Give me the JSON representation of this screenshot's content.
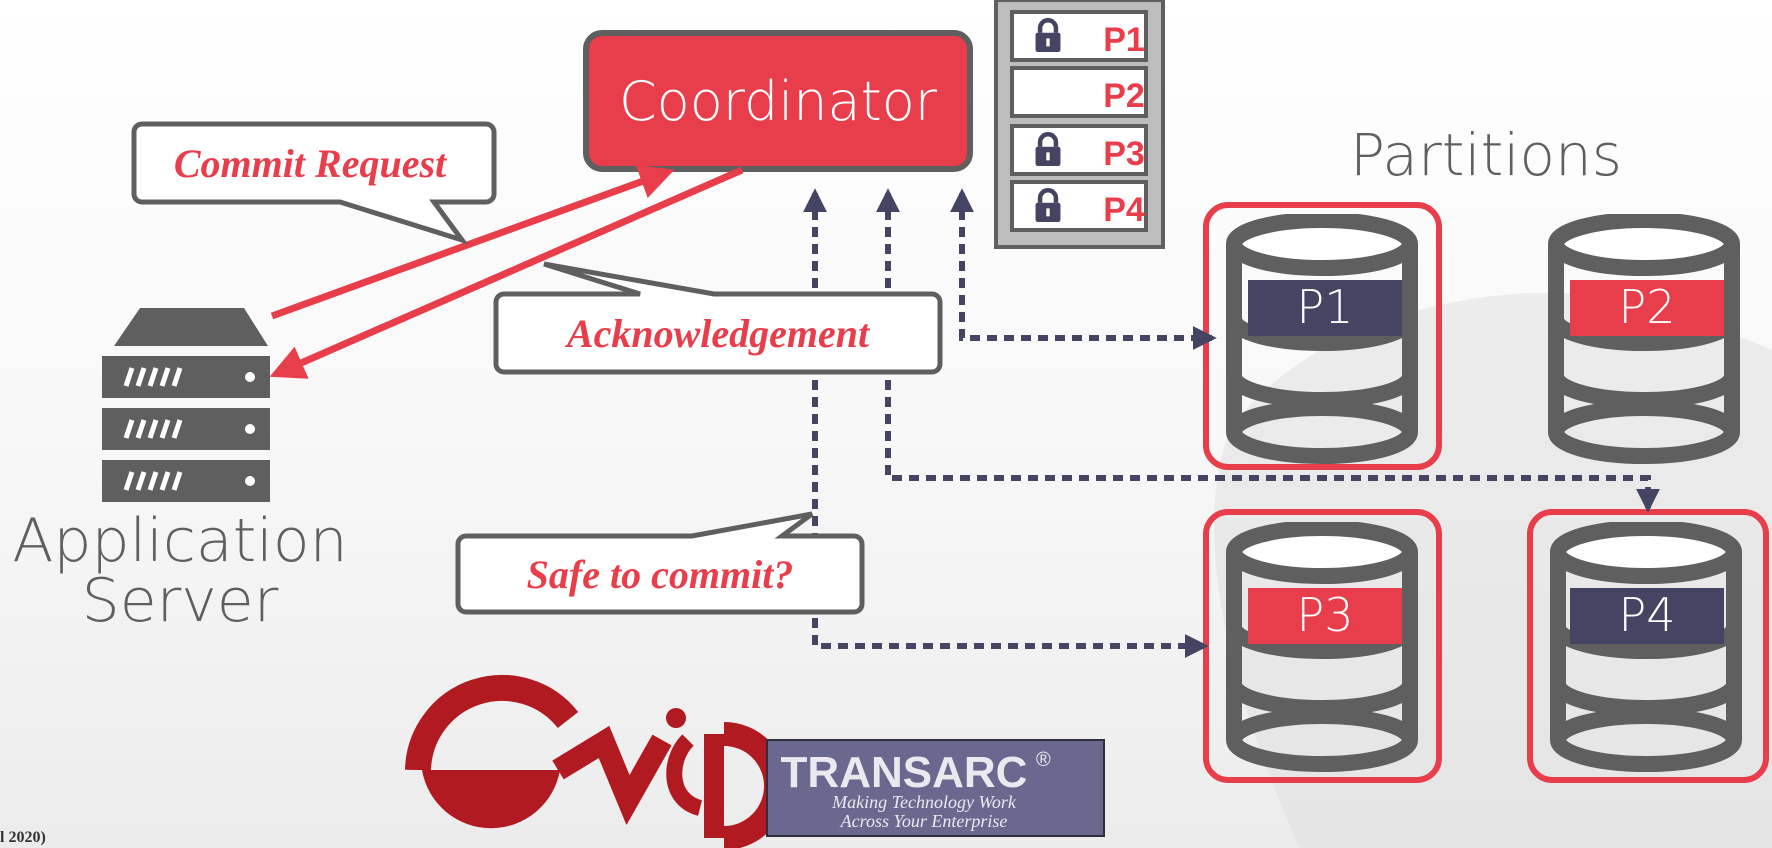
{
  "coordinator": {
    "label": "Coordinator"
  },
  "callouts": {
    "commit_request": "Commit Request",
    "acknowledgement": "Acknowledgement",
    "safe_to_commit": "Safe to commit?"
  },
  "lock_table": {
    "rows": [
      {
        "label": "P1",
        "locked": true
      },
      {
        "label": "P2",
        "locked": false
      },
      {
        "label": "P3",
        "locked": true
      },
      {
        "label": "P4",
        "locked": true
      }
    ]
  },
  "partitions": {
    "title": "Partitions",
    "items": [
      {
        "label": "P1",
        "highlighted": true,
        "label_color": "#454563"
      },
      {
        "label": "P2",
        "highlighted": false,
        "label_color": "#e83d4a"
      },
      {
        "label": "P3",
        "highlighted": true,
        "label_color": "#e83d4a"
      },
      {
        "label": "P4",
        "highlighted": true,
        "label_color": "#454563"
      }
    ]
  },
  "app_server": {
    "label_line1": "Application",
    "label_line2": "Server"
  },
  "logos": {
    "transarc_name": "TRANSARC",
    "transarc_mark": "®",
    "transarc_tagline1": "Making Technology Work",
    "transarc_tagline2": "Across Your Enterprise"
  },
  "footnote": "l 2020)",
  "colors": {
    "red": "#e83d4a",
    "navy": "#454563",
    "gray": "#5f5f5f",
    "logo_red": "#b21a22",
    "transarc_bg": "#6b6890"
  },
  "icons": [
    "lock-icon",
    "database-icon",
    "server-icon"
  ]
}
